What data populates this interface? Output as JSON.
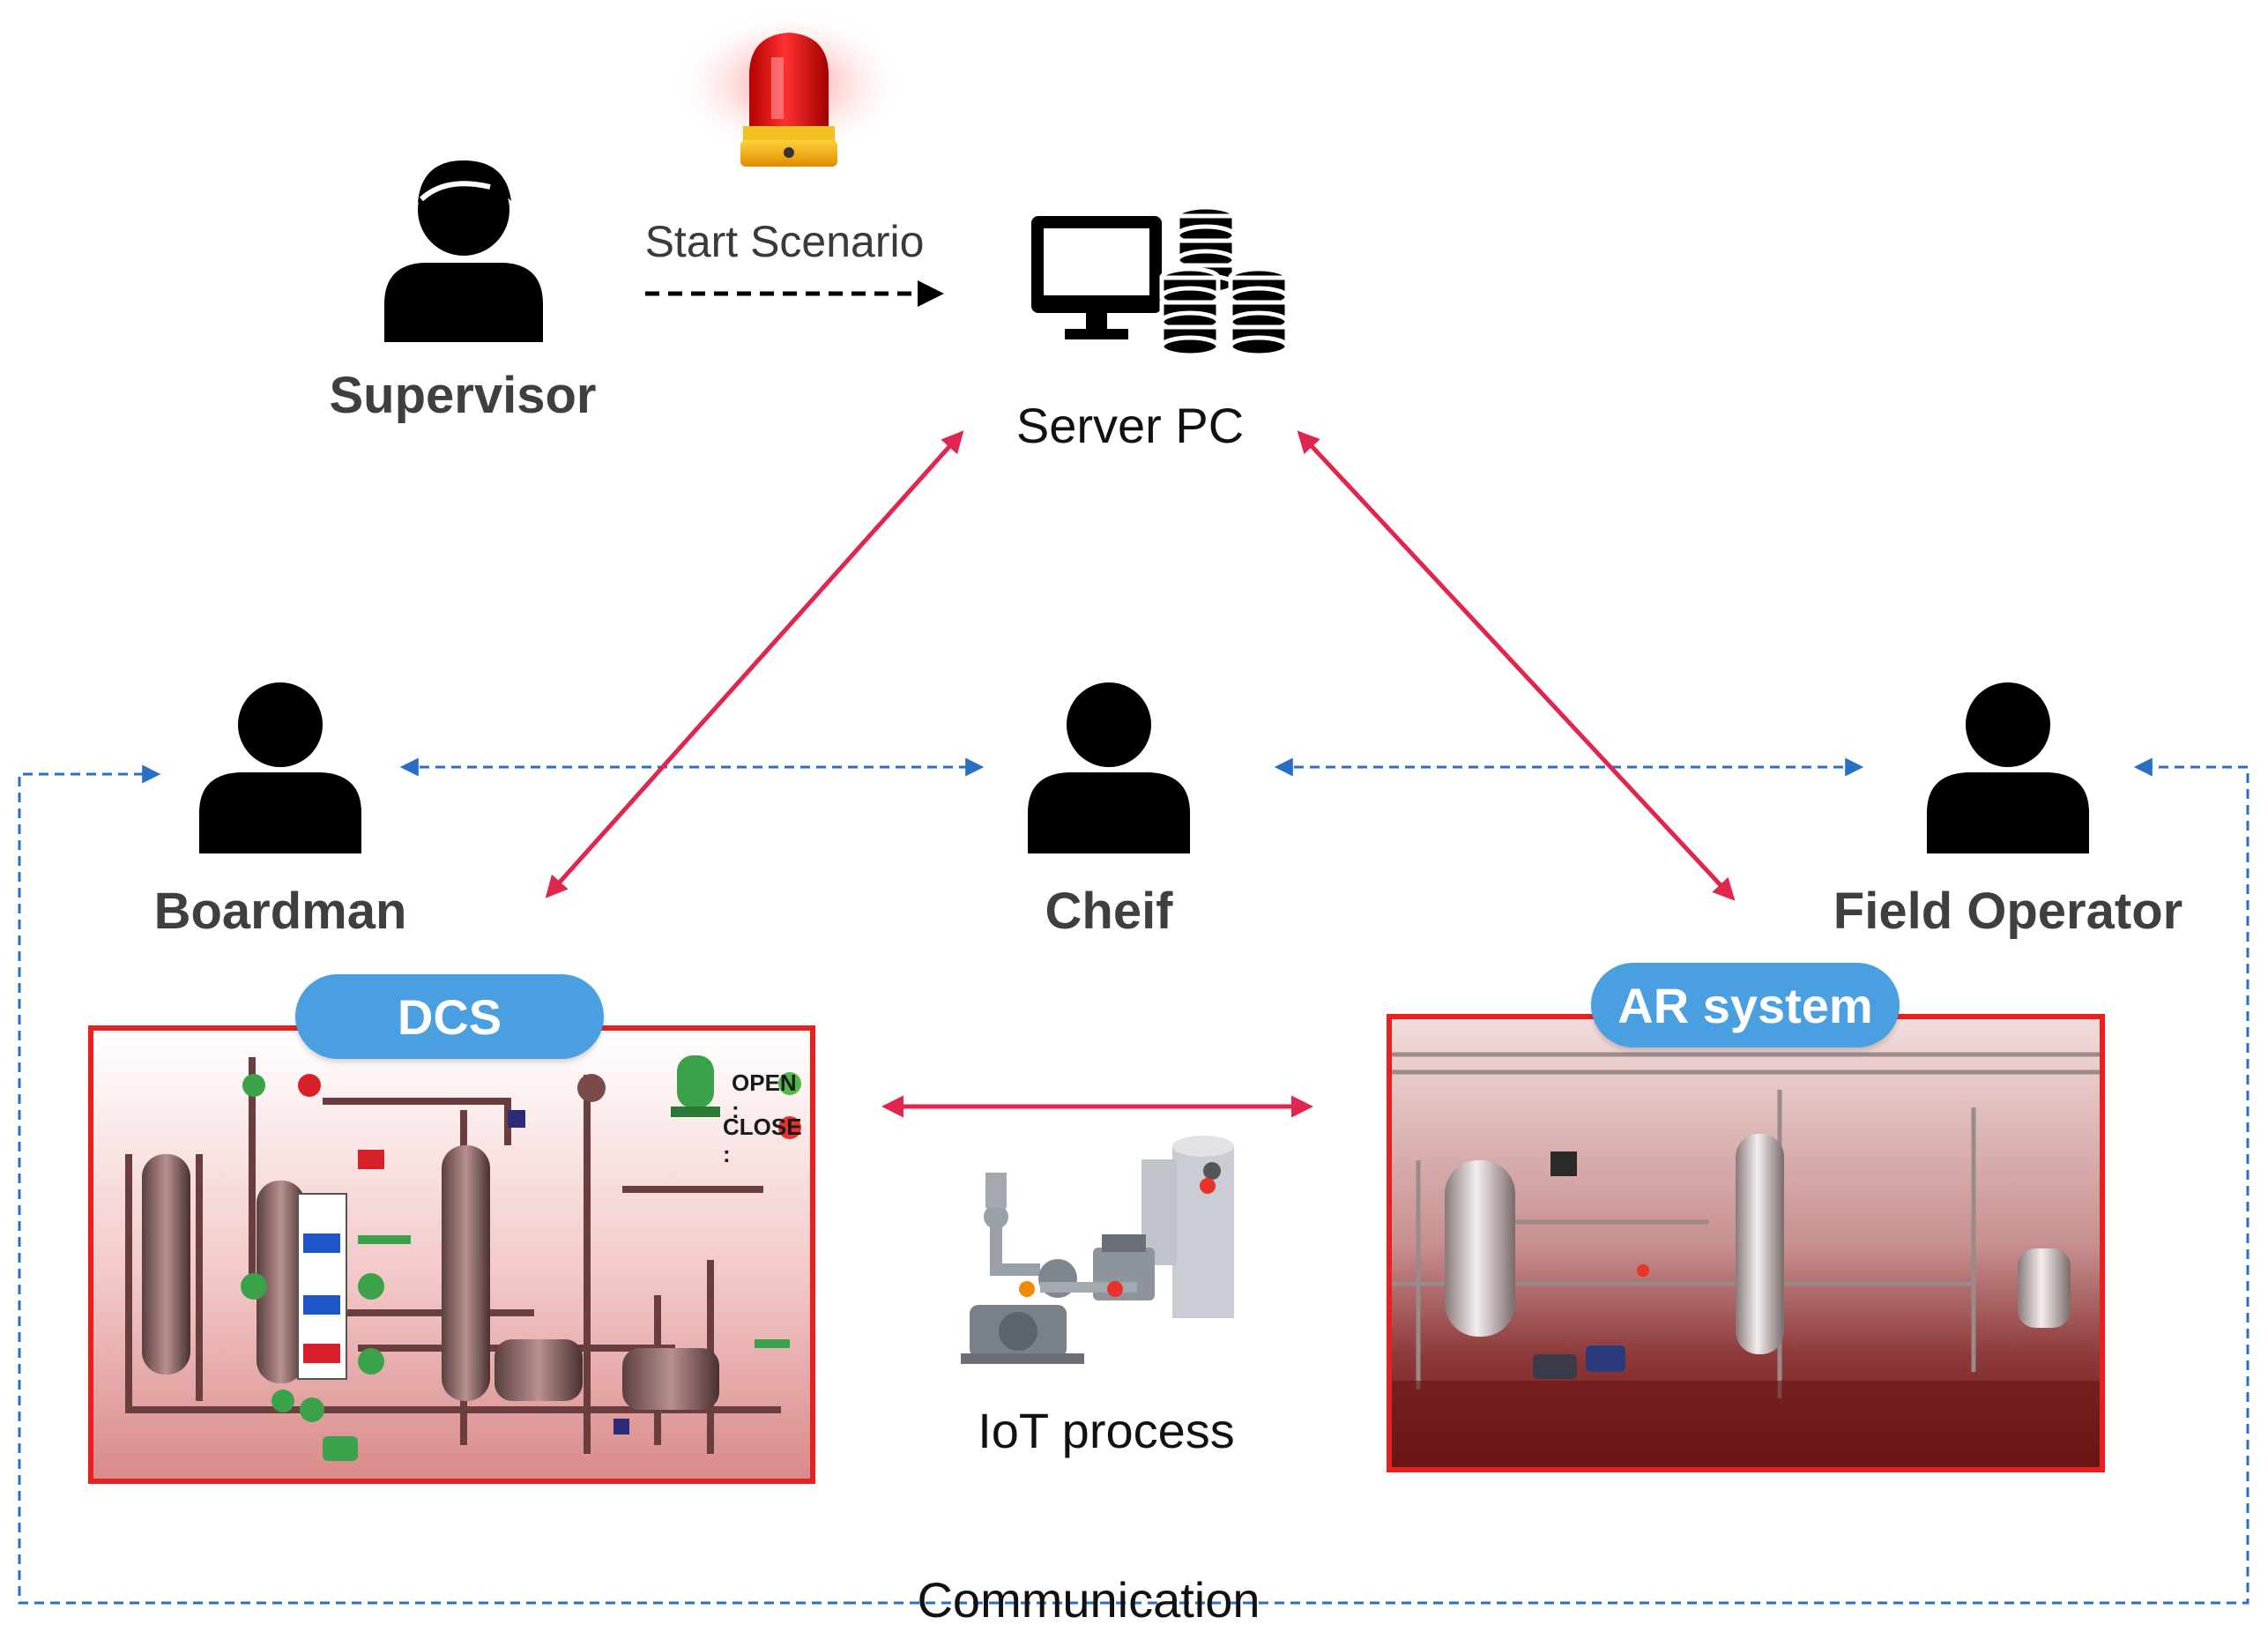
{
  "supervisor": {
    "label": "Supervisor"
  },
  "scenario_arrow": {
    "label": "Start Scenario"
  },
  "server": {
    "label": "Server PC"
  },
  "boardman": {
    "label": "Boardman"
  },
  "chief": {
    "label": "Cheif"
  },
  "field_operator": {
    "label": "Field Operator"
  },
  "dcs": {
    "label": "DCS",
    "legend_open": "OPEN :",
    "legend_close": "CLOSE :"
  },
  "ar": {
    "label": "AR system"
  },
  "iot": {
    "label": "IoT process"
  },
  "communication": {
    "label": "Communication"
  },
  "colors": {
    "control_arrow": "#e0254f",
    "communication_line": "#2a6fc6",
    "panel_border": "#e8201f",
    "pill": "#4a9fe0",
    "open": "#4fb848",
    "close": "#e8322a"
  },
  "icons": [
    "person-icon",
    "alarm-beacon-icon",
    "server-pc-icon",
    "database-icon",
    "iot-process-icon"
  ]
}
